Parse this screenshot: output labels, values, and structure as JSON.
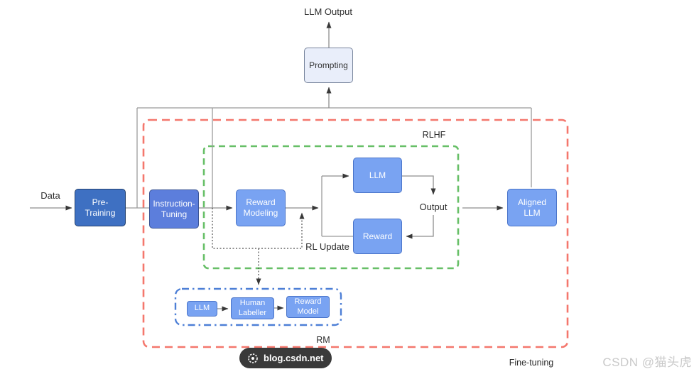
{
  "diagram": {
    "nodes": {
      "prompting": {
        "label": "Prompting"
      },
      "pre_training": {
        "label": "Pre-Training"
      },
      "instruction_tuning": {
        "label": "Instruction-Tuning"
      },
      "reward_modeling": {
        "label": "Reward Modeling"
      },
      "llm_rlhf": {
        "label": "LLM"
      },
      "reward": {
        "label": "Reward"
      },
      "aligned_llm": {
        "label": "Aligned LLM"
      },
      "llm_rm": {
        "label": "LLM"
      },
      "human_labeller": {
        "label": "Human Labeller"
      },
      "reward_model": {
        "label": "Reward Model"
      }
    },
    "labels": {
      "llm_output": "LLM Output",
      "data": "Data",
      "output": "Output",
      "rl_update": "RL Update",
      "rlhf": "RLHF",
      "rm": "RM",
      "fine_tuning": "Fine-tuning"
    },
    "colors": {
      "node_dark_blue": "#3e70c2",
      "node_medium_blue": "#5c7edc",
      "node_light_blue": "#79a3f2",
      "prompting_fill": "#e9eefa",
      "rlhf_border_green": "#67bf67",
      "fine_tuning_border_red": "#f4776d",
      "rm_border_blue": "#4d7fd6",
      "connector_grey": "#9b9b9b",
      "arrow_dark": "#383838"
    }
  },
  "watermark": {
    "pill_text": "blog.csdn.net",
    "credit": "CSDN @猫头虎"
  }
}
